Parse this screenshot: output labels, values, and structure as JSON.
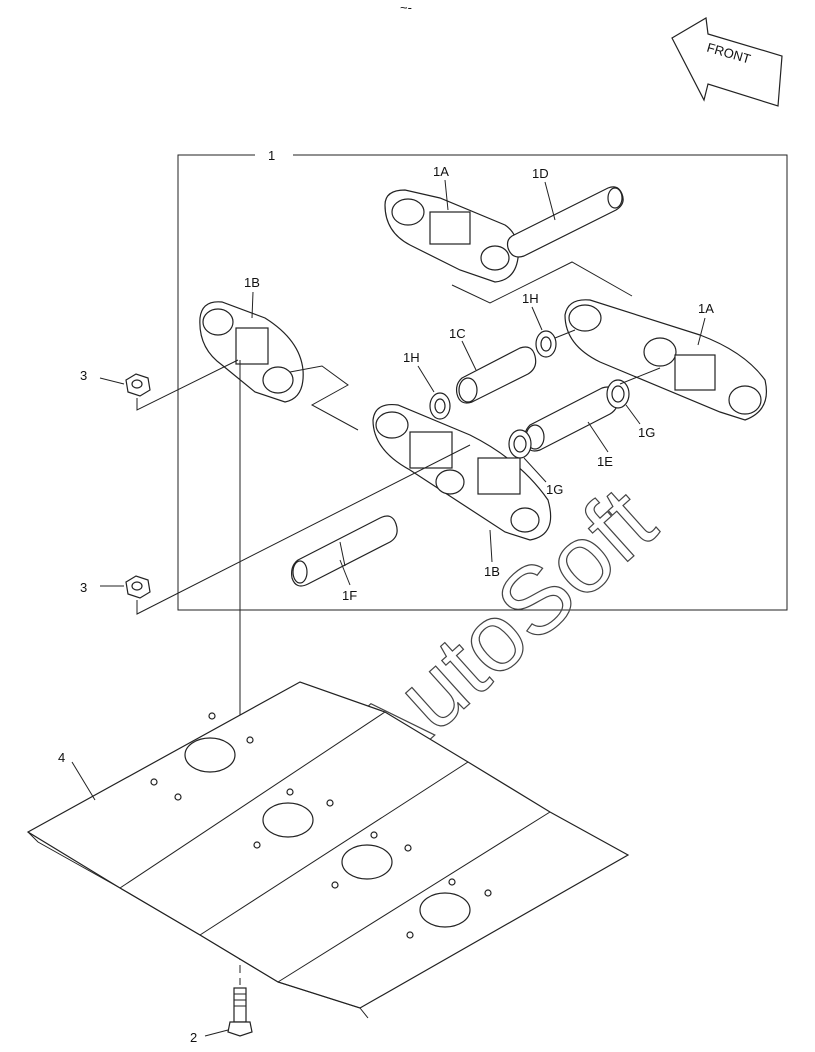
{
  "top_mark": "~-",
  "front_arrow_label": "FRONT",
  "watermark": "AutoSoft",
  "labels": {
    "l1": "1",
    "l1A_top": "1A",
    "l1D": "1D",
    "l1B_left": "1B",
    "l1H_right": "1H",
    "l1A_right": "1A",
    "l1C": "1C",
    "l1H_left": "1H",
    "l3_top": "3",
    "l1G_right": "1G",
    "l1E": "1E",
    "l1G_mid": "1G",
    "l1B_bottom": "1B",
    "l3_bottom": "3",
    "l1F": "1F",
    "l4": "4",
    "l2": "2"
  },
  "icons": {
    "front_arrow": "front-arrow-icon",
    "link": "track-link-icon",
    "pin": "pin-icon",
    "bushing": "bushing-icon",
    "seal": "seal-ring-icon",
    "nut": "nut-icon",
    "bolt": "bolt-icon",
    "shoe": "track-shoe-icon"
  }
}
